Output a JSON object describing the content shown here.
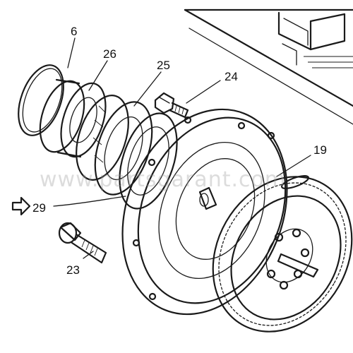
{
  "diagram": {
    "watermark": "www.partsgarant.com",
    "callouts": [
      {
        "id": "6",
        "text": "6"
      },
      {
        "id": "26",
        "text": "26"
      },
      {
        "id": "25",
        "text": "25"
      },
      {
        "id": "24",
        "text": "24"
      },
      {
        "id": "19",
        "text": "19"
      },
      {
        "id": "29",
        "text": "29"
      },
      {
        "id": "23",
        "text": "23"
      }
    ],
    "pointer_icon": "arrow-right-outline-icon"
  }
}
